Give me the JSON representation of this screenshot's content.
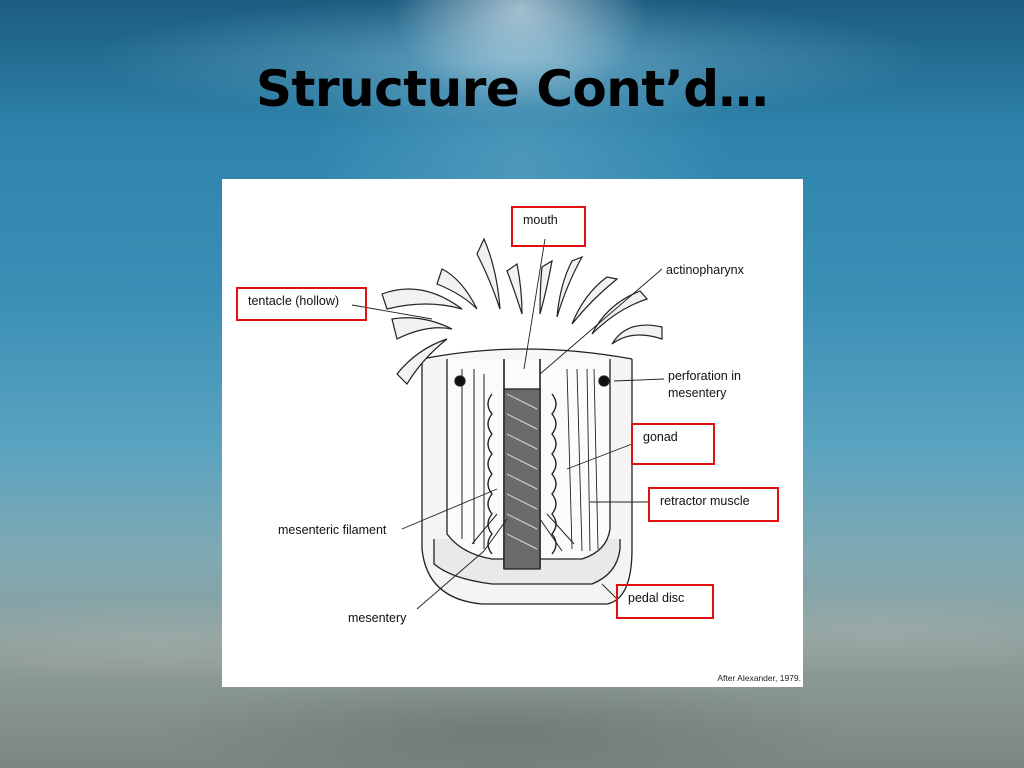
{
  "slide": {
    "title": "Structure Cont’d…"
  },
  "diagram": {
    "labels": {
      "mouth": "mouth",
      "actinopharynx": "actinopharynx",
      "tentacle": "tentacle (hollow)",
      "perforation_line1": "perforation in",
      "perforation_line2": "mesentery",
      "gonad": "gonad",
      "retractor_muscle": "retractor muscle",
      "mesenteric_filament": "mesenteric filament",
      "pedal_disc": "pedal disc",
      "mesentery": "mesentery"
    },
    "highlighted_labels": [
      "mouth",
      "tentacle (hollow)",
      "gonad",
      "retractor muscle",
      "pedal disc"
    ],
    "highlight_color": "#e01010",
    "credit": "After Alexander, 1979."
  }
}
